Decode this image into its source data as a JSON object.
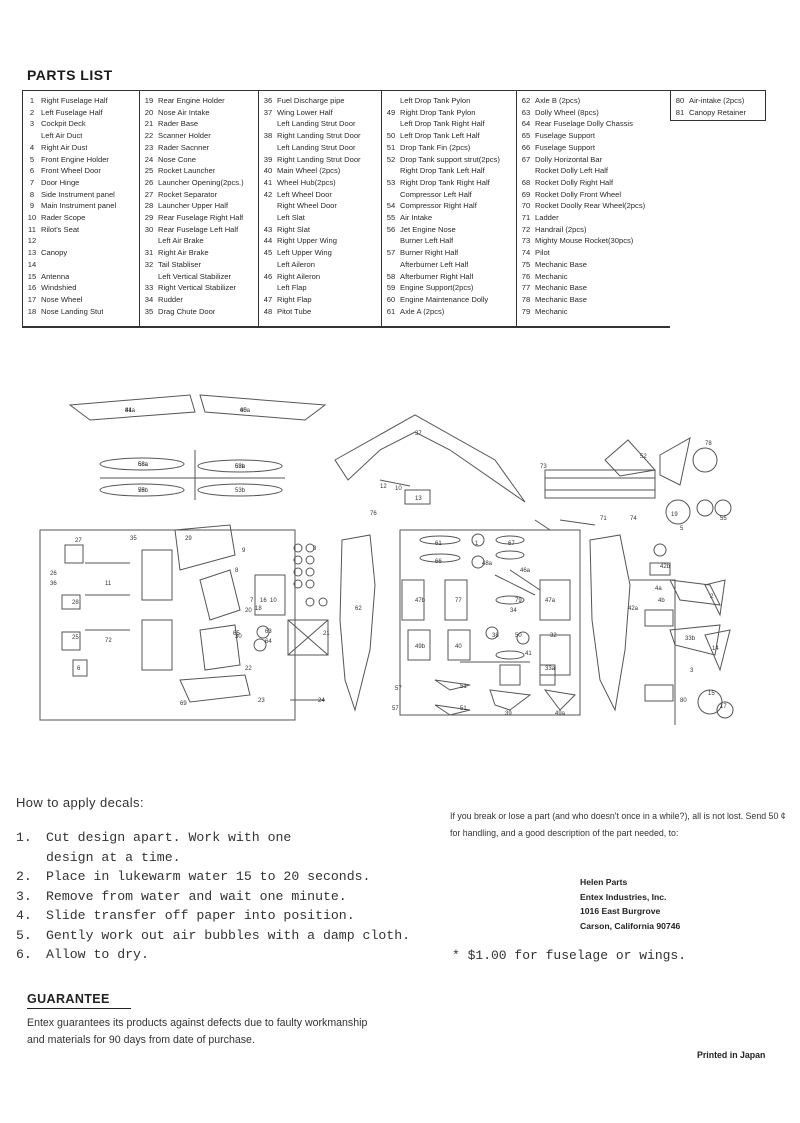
{
  "parts_list": {
    "title": "PARTS LIST",
    "columns": [
      [
        {
          "num": "1",
          "name": "Right Fuselage Half"
        },
        {
          "num": "2",
          "name": "Left Fuselage Half"
        },
        {
          "num": "3",
          "name": "Cockpit Deck"
        },
        {
          "num": "",
          "name": "Left Air Duct"
        },
        {
          "num": "4",
          "name": "Right Air Dust"
        },
        {
          "num": "5",
          "name": "Front Engine Holder"
        },
        {
          "num": "6",
          "name": "Front Wheel Door"
        },
        {
          "num": "7",
          "name": "Door Hinge"
        },
        {
          "num": "8",
          "name": "Side Instrument panel"
        },
        {
          "num": "9",
          "name": "Main Instrument panel"
        },
        {
          "num": "10",
          "name": "Rader Scope"
        },
        {
          "num": "11",
          "name": "Rilot's Seat"
        },
        {
          "num": "12",
          "name": ""
        },
        {
          "num": "13",
          "name": "Canopy"
        },
        {
          "num": "14",
          "name": ""
        },
        {
          "num": "15",
          "name": "Antenna"
        },
        {
          "num": "16",
          "name": "Windshied"
        },
        {
          "num": "17",
          "name": "Nose Wheel"
        },
        {
          "num": "18",
          "name": "Nose Landing Stut"
        }
      ],
      [
        {
          "num": "19",
          "name": "Rear Engine Holder"
        },
        {
          "num": "20",
          "name": "Nose Air Intake"
        },
        {
          "num": "21",
          "name": "Rader Base"
        },
        {
          "num": "22",
          "name": "Scanner Holder"
        },
        {
          "num": "23",
          "name": "Rader Sacnner"
        },
        {
          "num": "24",
          "name": "Nose Cone"
        },
        {
          "num": "25",
          "name": "Rocket Launcher"
        },
        {
          "num": "26",
          "name": "Launcher Opening(2pcs.)"
        },
        {
          "num": "27",
          "name": "Rocket Separator"
        },
        {
          "num": "28",
          "name": "Launcher Upper Half"
        },
        {
          "num": "29",
          "name": "Rear Fuselage Right Half"
        },
        {
          "num": "30",
          "name": "Rear Fuselage Left Half"
        },
        {
          "num": "",
          "name": "Left Air Brake"
        },
        {
          "num": "31",
          "name": "Right Air Brake"
        },
        {
          "num": "32",
          "name": "Tail Stabliser"
        },
        {
          "num": "",
          "name": "Left Vertical Stabilizer"
        },
        {
          "num": "33",
          "name": "Right Vertical Stabilizer"
        },
        {
          "num": "34",
          "name": "Rudder"
        },
        {
          "num": "35",
          "name": "Drag Chute Door"
        }
      ],
      [
        {
          "num": "36",
          "name": "Fuel Discharge pipe"
        },
        {
          "num": "37",
          "name": "Wing Lower Half"
        },
        {
          "num": "",
          "name": "Left Landing Strut Door"
        },
        {
          "num": "38",
          "name": "Right Landing Strut Door"
        },
        {
          "num": "",
          "name": "Left Landing Strut Door"
        },
        {
          "num": "39",
          "name": "Right Landing Strut Door"
        },
        {
          "num": "40",
          "name": "Main Wheel (2pcs)"
        },
        {
          "num": "41",
          "name": "Wheel Hub(2pcs)"
        },
        {
          "num": "",
          "name": ""
        },
        {
          "num": "42",
          "name": "Left Wheel Door"
        },
        {
          "num": "",
          "name": "Right Wheel Door"
        },
        {
          "num": "",
          "name": "Left Slat"
        },
        {
          "num": "43",
          "name": "Right Slat"
        },
        {
          "num": "44",
          "name": "Right Upper Wing"
        },
        {
          "num": "45",
          "name": "Left Upper Wing"
        },
        {
          "num": "",
          "name": "Left Aileron"
        },
        {
          "num": "46",
          "name": "Right Aileron"
        },
        {
          "num": "",
          "name": "Left Flap"
        },
        {
          "num": "47",
          "name": "Right Flap"
        },
        {
          "num": "48",
          "name": "Pitot Tube"
        }
      ],
      [
        {
          "num": "",
          "name": "Left Drop Tank Pylon"
        },
        {
          "num": "49",
          "name": "Right Drop Tank Pylon"
        },
        {
          "num": "",
          "name": "Left Drop Tank Right Half"
        },
        {
          "num": "50",
          "name": "Left Drop Tank Left Half"
        },
        {
          "num": "51",
          "name": "Drop Tank Fin (2pcs)"
        },
        {
          "num": "52",
          "name": "Drop Tank support strut(2pcs)"
        },
        {
          "num": "",
          "name": "Right Drop Tank Left Half"
        },
        {
          "num": "53",
          "name": "Right Drop Tank Right Half"
        },
        {
          "num": "",
          "name": "Compressor Left Half"
        },
        {
          "num": "54",
          "name": "Compressor Right Half"
        },
        {
          "num": "55",
          "name": "Air Intake"
        },
        {
          "num": "56",
          "name": "Jet Engine Nose"
        },
        {
          "num": "",
          "name": "Burner Left Half"
        },
        {
          "num": "57",
          "name": "Burner Right Half"
        },
        {
          "num": "",
          "name": "Afterburner Left Half"
        },
        {
          "num": "58",
          "name": "Afterburner Right Half"
        },
        {
          "num": "59",
          "name": "Engine Support(2pcs)"
        },
        {
          "num": "60",
          "name": "Engine Maintenance Dolly"
        },
        {
          "num": "61",
          "name": "Axle A (2pcs)"
        }
      ],
      [
        {
          "num": "62",
          "name": "Axle B (2pcs)"
        },
        {
          "num": "63",
          "name": "Dolly Wheel (8pcs)"
        },
        {
          "num": "64",
          "name": "Rear Fuselage Dolly Chassis"
        },
        {
          "num": "65",
          "name": "Fuselage Support"
        },
        {
          "num": "66",
          "name": "Fuselage Support"
        },
        {
          "num": "67",
          "name": "Dolly Horizontal Bar"
        },
        {
          "num": "",
          "name": "Rocket Dolly Left Half"
        },
        {
          "num": "68",
          "name": "Rocket Dolly Right Half"
        },
        {
          "num": "69",
          "name": "Rocket Dolly Front Wheel"
        },
        {
          "num": "70",
          "name": "Rocket Doolly Rear Wheel(2pcs)"
        },
        {
          "num": "71",
          "name": "Ladder"
        },
        {
          "num": "72",
          "name": "Handrail (2pcs)"
        },
        {
          "num": "73",
          "name": "Mighty Mouse Rocket(30pcs)"
        },
        {
          "num": "74",
          "name": "Pilot"
        },
        {
          "num": "75",
          "name": "Mechanic Base"
        },
        {
          "num": "76",
          "name": "Mechanic"
        },
        {
          "num": "77",
          "name": "Mechanic Base"
        },
        {
          "num": "78",
          "name": "Mechanic Base"
        },
        {
          "num": "79",
          "name": "Mechanic"
        }
      ],
      [
        {
          "num": "80",
          "name": "Air-intake (2pcs)"
        },
        {
          "num": "81",
          "name": "Canopy Retainer"
        }
      ]
    ]
  },
  "diagram_labels": [
    "44a",
    "45a",
    "58a",
    "53a",
    "58b",
    "53b",
    "37",
    "78",
    "52",
    "73",
    "10",
    "12",
    "13",
    "76",
    "71",
    "74",
    "19",
    "5",
    "55",
    "27",
    "35",
    "26",
    "36",
    "11",
    "28",
    "25",
    "72",
    "6",
    "9",
    "8",
    "7",
    "18",
    "30",
    "20",
    "16",
    "10",
    "8",
    "69",
    "63",
    "64",
    "65",
    "29",
    "22",
    "23",
    "21",
    "24",
    "62",
    "61",
    "66",
    "67",
    "1",
    "48a",
    "46a",
    "47a",
    "47b",
    "77",
    "79",
    "34",
    "50",
    "38",
    "32",
    "41",
    "49b",
    "40",
    "39",
    "49a",
    "57",
    "57",
    "51",
    "51",
    "42a",
    "42b",
    "4a",
    "4b",
    "2",
    "14",
    "15",
    "17",
    "33a",
    "33b",
    "80",
    "3",
    "81",
    "60",
    "68a",
    "68b",
    "75"
  ],
  "decals": {
    "title": "How to apply decals:",
    "steps": [
      {
        "num": "1.",
        "text": "Cut design apart. Work with one"
      },
      {
        "num": "",
        "text": "design at a time."
      },
      {
        "num": "2.",
        "text": "Place in lukewarm water 15 to 20 seconds."
      },
      {
        "num": "3.",
        "text": "Remove from water and wait one minute."
      },
      {
        "num": "4.",
        "text": "Slide transfer off paper into position."
      },
      {
        "num": "5.",
        "text": "Gently work out air bubbles with a damp cloth."
      },
      {
        "num": "6.",
        "text": "Allow to dry."
      }
    ]
  },
  "service": {
    "text": "If you break or lose a part (and who doesn't once in a while?), all is not lost. Send 50 ¢ for handling, and a good description of the part needed, to:",
    "address": [
      "Helen Parts",
      "Entex Industries, Inc.",
      "1016 East Burgrove",
      "Carson, California 90746"
    ],
    "price_note": "* $1.00 for fuselage or wings."
  },
  "guarantee": {
    "title": "GUARANTEE",
    "text": "Entex guarantees its products against defects due to faulty workmanship and materials for 90 days from date of purchase."
  },
  "footer": {
    "printed": "Printed in Japan"
  }
}
